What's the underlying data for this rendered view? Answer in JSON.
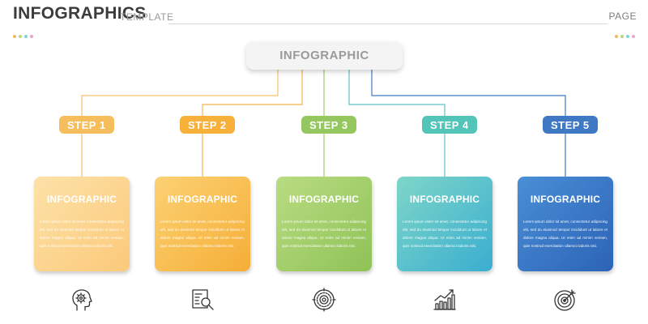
{
  "header": {
    "title": "INFOGRAPHICS",
    "subtitle": "TEMPLATE",
    "page_label": "PAGE"
  },
  "header_dots": [
    "#f4b860",
    "#b6d97a",
    "#7fd3d2",
    "#e9a6c6"
  ],
  "top_box": {
    "label": "INFOGRAPHIC"
  },
  "steps": [
    {
      "label": "STEP 1",
      "card_title": "INFOGRAPHIC",
      "card_text": "Lorem ipsum dolor sit amet, consectetur adipiscing elit, sed do eiusmod tempor incididunt ut labore et dolore magna aliqua. Ut enim ad minim veniam, quis nostrud exercitation ullamco laboris nisi.",
      "colors": {
        "pill": "#f6bd5c",
        "card_top": "#fde2a8",
        "card_bottom": "#fbc97a",
        "line": "#f4c36e"
      },
      "icon": "head-gear-icon"
    },
    {
      "label": "STEP 2",
      "card_title": "INFOGRAPHIC",
      "card_text": "Lorem ipsum dolor sit amet, consectetur adipiscing elit, sed do eiusmod tempor incididunt ut labore et dolore magna aliqua. Ut enim ad minim veniam, quis nostrud exercitation ullamco laboris nisi.",
      "colors": {
        "pill": "#f7b13a",
        "card_top": "#fcd173",
        "card_bottom": "#f5ae37",
        "line": "#f2b54c"
      },
      "icon": "document-search-icon"
    },
    {
      "label": "STEP 3",
      "card_title": "INFOGRAPHIC",
      "card_text": "Lorem ipsum dolor sit amet, consectetur adipiscing elit, sed do eiusmod tempor incididunt ut labore et dolore magna aliqua. Ut enim ad minim veniam, quis nostrud exercitation ullamco laboris nisi.",
      "colors": {
        "pill": "#95c760",
        "card_top": "#b9dc82",
        "card_bottom": "#8fc257",
        "line": "#a3cc6c"
      },
      "icon": "target-gear-icon"
    },
    {
      "label": "STEP 4",
      "card_title": "INFOGRAPHIC",
      "card_text": "Lorem ipsum dolor sit amet, consectetur adipiscing elit, sed do eiusmod tempor incididunt ut labore et dolore magna aliqua. Ut enim ad minim veniam, quis nostrud exercitation ullamco laboris nisi.",
      "colors": {
        "pill": "#52c4b8",
        "card_top": "#7ed6c8",
        "card_bottom": "#3aaed0",
        "line": "#5fc1c8"
      },
      "icon": "bar-chart-growth-icon"
    },
    {
      "label": "STEP 5",
      "card_title": "INFOGRAPHIC",
      "card_text": "Lorem ipsum dolor sit amet, consectetur adipiscing elit, sed do eiusmod tempor incididunt ut labore et dolore magna aliqua. Ut enim ad minim veniam, quis nostrud exercitation ullamco laboris nisi.",
      "colors": {
        "pill": "#3f79c4",
        "card_top": "#4a8fd6",
        "card_bottom": "#2c63b6",
        "line": "#3f7cc6"
      },
      "icon": "target-arrow-icon"
    }
  ]
}
